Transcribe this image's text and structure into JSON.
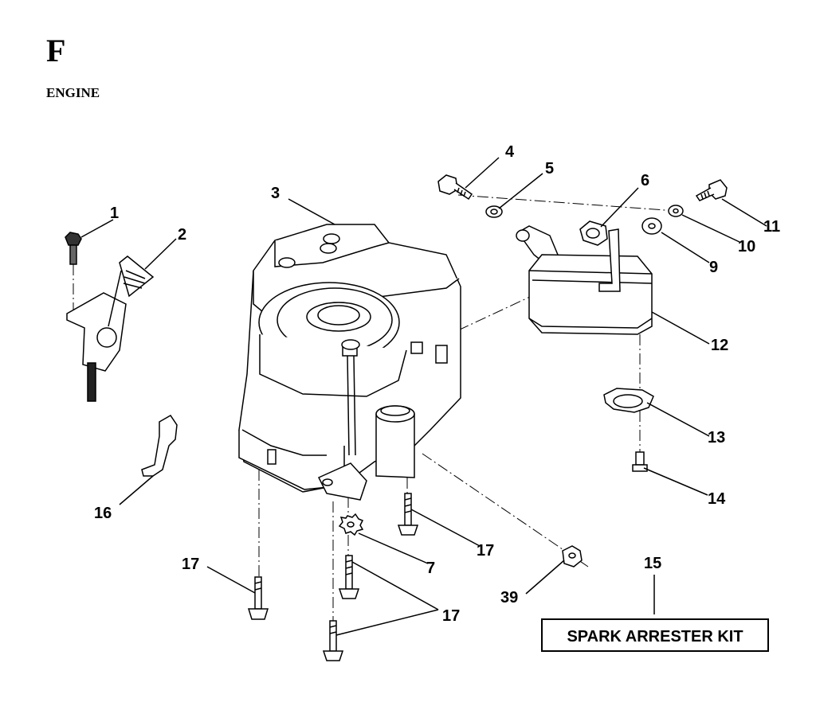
{
  "header": {
    "section_letter": "F",
    "section_title": "ENGINE"
  },
  "callouts": {
    "c1": "1",
    "c2": "2",
    "c3": "3",
    "c4": "4",
    "c5": "5",
    "c6": "6",
    "c7": "7",
    "c9": "9",
    "c10": "10",
    "c11": "11",
    "c12": "12",
    "c13": "13",
    "c14": "14",
    "c15": "15",
    "c16": "16",
    "c17a": "17",
    "c17b": "17",
    "c17c": "17",
    "c39": "39"
  },
  "kit_box": {
    "label": "SPARK ARRESTER KIT"
  }
}
